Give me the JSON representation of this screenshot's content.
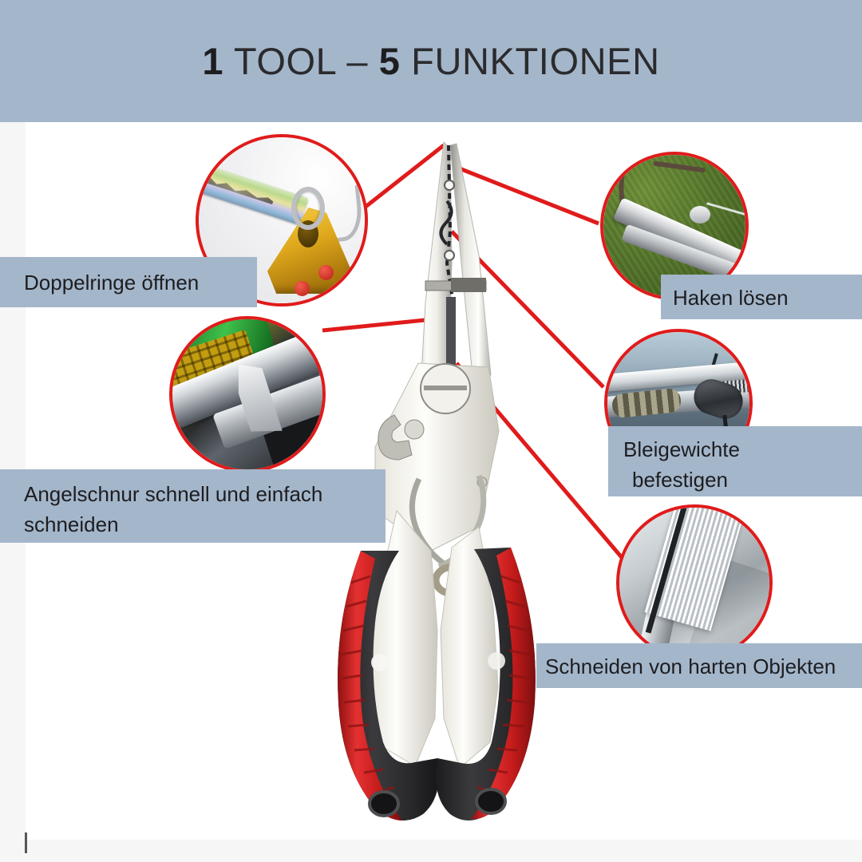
{
  "header": {
    "title_part1": "1",
    "title_part2": " TOOL – ",
    "title_part3": "5",
    "title_part4": " FUNKTIONEN",
    "title_full": "1 TOOL – 5 FUNKTIONEN",
    "background_color": "#a4b6ca"
  },
  "theme": {
    "accent_red": "#e01b1b",
    "label_background": "#a4b6ca",
    "page_background": "#ffffff",
    "edge_strip": "#f6f6f7",
    "text_color": "#1d1d20"
  },
  "product": {
    "name": "angelzange-fischereizange",
    "handle_colors": [
      "#2c2c2e",
      "#d81f1f",
      "#f5f3ee"
    ]
  },
  "callouts": [
    {
      "id": "doppelringe-oeffnen",
      "label": "Doppelringe öffnen",
      "label_lines": [
        "Doppelringe öffnen"
      ],
      "image_alt": "Zangenspitze öffnet Sprengring an goldenem Blinker",
      "position": "top-left"
    },
    {
      "id": "haken-loesen",
      "label": "Haken lösen",
      "label_lines": [
        "Haken lösen"
      ],
      "image_alt": "Angelhaken wird mit der Zange vor grünem Gras gelöst",
      "position": "top-right"
    },
    {
      "id": "angelschnur-schneiden",
      "label": "Angelschnur schnell und einfach schneiden",
      "label_lines": [
        "Angelschnur schnell und einfach",
        "schneiden"
      ],
      "image_alt": "Zange schneidet Angelschnur über Köderbox",
      "position": "middle-left"
    },
    {
      "id": "bleigewichte-befestigen",
      "label": "Bleigewichte befestigen",
      "label_lines": [
        "Bleigewichte",
        "befestigen"
      ],
      "image_alt": "Bleigewicht wird mit der Zange an der Schnur gequetscht",
      "position": "middle-right"
    },
    {
      "id": "schneiden-harte-objekte",
      "label": "Schneiden von harten Objekten",
      "label_lines": [
        "Schneiden von harten Objekten"
      ],
      "image_alt": "Zange schneidet harten Metalldraht",
      "position": "bottom-right"
    }
  ]
}
